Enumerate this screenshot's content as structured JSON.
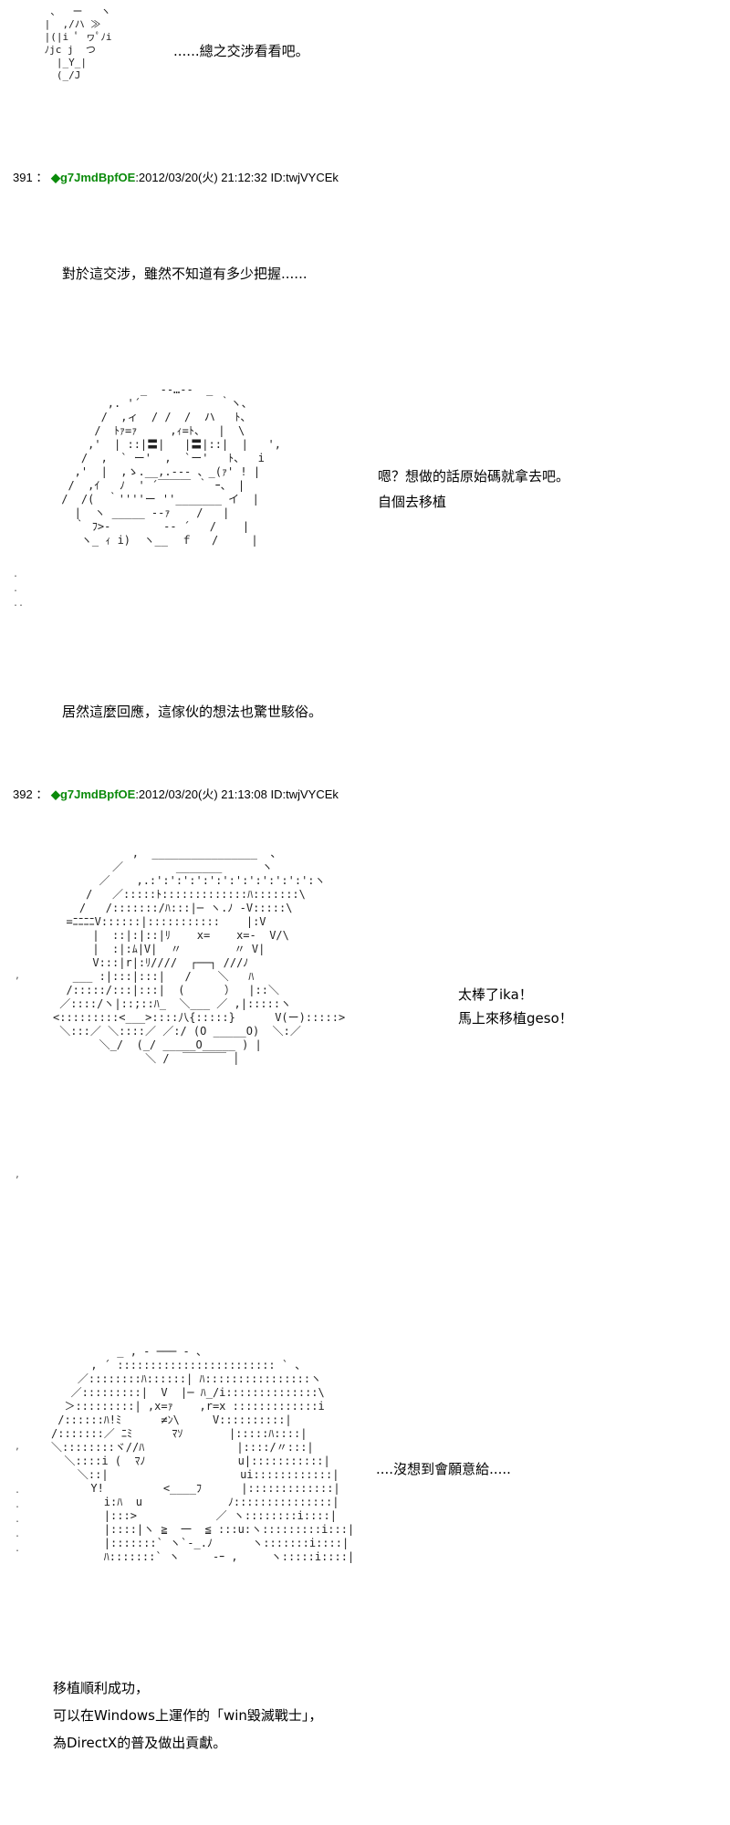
{
  "intro": {
    "line": "......總之交涉看看吧。"
  },
  "posts": [
    {
      "number": "391",
      "separator": "：",
      "trip": "◆g7JmdBpfOE",
      "meta": ":2012/03/20(火) 21:12:32 ID:twjVYCEk",
      "lines": [
        "對於這交涉，雖然不知道有多少把握......",
        "嗯？想做的話原始碼就拿去吧。",
        "自個去移植",
        "居然這麼回應，這傢伙的想法也驚世駭俗。"
      ]
    },
    {
      "number": "392",
      "separator": "：",
      "trip": "◆g7JmdBpfOE",
      "meta": ":2012/03/20(火) 21:13:08 ID:twjVYCEk",
      "lines": [
        "太棒了ika！",
        "馬上來移植geso！",
        "....沒想到會願意給.....",
        "移植順利成功，",
        "可以在Windows上運作的「win毀滅戰士」，",
        "為DirectX的普及做出貢獻。"
      ]
    }
  ],
  "ascii_art": {
    "top": "  、  ー   ヽ\n |  ,/ハ ≫\n |(|i ﾟ ヮﾟﾉi\n ﾉjc j  つ\n   |_Y_|\n   (_/J",
    "face": "             _  -‐…‐-  _\n        ,. '´            ｀ヽ、\n       /  ,ィ  / /  /  ハ   ﾄ、\n      /  ﾄｧ=ｧ     ,ｨ=ﾄ、  |  \\\n     ,'  | ::|〓|   |〓|::|  |   ',\n    /  ,  ` ー'  ,  `ー'   ﾄ、  i\n   ,'  |  ,ゝ.__,.-‐- 、_(ｧ' ! |\n  /  ,ｲ   ﾉ  ' ´￣￣￣ ｀ ｰ、 |\n /  /(  ｀''''ー ''_______ イ  |\n   |  ヽ _____ -‐ｧ    /   |\n   ｀ ﾌ>-        -‐ ´   /    |\n    ヽ_ ｨ i)  ヽ__  ｆ   /     |",
    "squid": "            ,  ________________  、\n         ／        _______      ヽ\n       ／    ,.:':':':':':':':':':':':':ヽ\n     /   ／:::::ﾄ:::::::::::::ﾊ:::::::\\\n    /   /:::::::/ﾊ:::|─ ヽ.ﾉ -V:::::\\\n  =ﾆﾆﾆﾆV::::::|:::::::::::    |:V\n      |  ::|:|::|ﾘ    x=    x=-  V/\\\n      |  :|:ﾑ|V|  〃        〃 V|\n      V:::|r|:ﾘ////  ┌──┐ ///ﾉ\n   ___ :|:::|:::|   /    ＼   ﾊ\n  /:::::/:::|:::|  (      ）  |::＼\n ／::::/ヽ|::;::ﾊ_  ＼___ ／ ,|:::::ヽ\n<:::::::::<___>::::八{:::::}      V(ー):::::>\n ＼:::／ ＼::::／ ／:/ (O _____O)  ＼:／\n       ＼_/  (_/ _____O_____ ) |\n              ＼ /  ￣￣￣￣ │",
    "girl": "          _ , - ─── - 、\n      , ´ :::::::::::::::::::::::: ` 、\n    ／::::::::ﾊ::::::| ﾊ::::::::::::::::ヽ\n   ／:::::::::|  V  |─ ﾊ_/i::::::::::::::\\\n  ＞:::::::::| ,x=ｧ    ,r=x :::::::::::::i\n /::::::ﾊ!ﾐ      ≠ﾝ\\     V::::::::::|\n/:::::::／ ﾆﾐ      ﾏｿ       |:::::ﾊ::::|\n＼::::::::ヾ//ﾊ              |::::/〃:::|\n  ＼::::i (  ﾏﾉ              u|:::::::::::|\n    ＼::|                    ui::::::::::::|\n      Y!         <____ﾌ      |:::::::::::::|\n        i:ﾊ  u             ﾉ:::::::::::::::|\n        |:::>            ／ ヽ::::::::i::::|\n        |::::|ヽ ≧  一  ≦ :::u:ヽ:::::::::i:::|\n        |:::::::` ヽ`-_.ﾉ      ヽ:::::::i::::|\n        ﾊ:::::::` ヽ     -ｰ ,     ヽ:::::i::::|"
  }
}
